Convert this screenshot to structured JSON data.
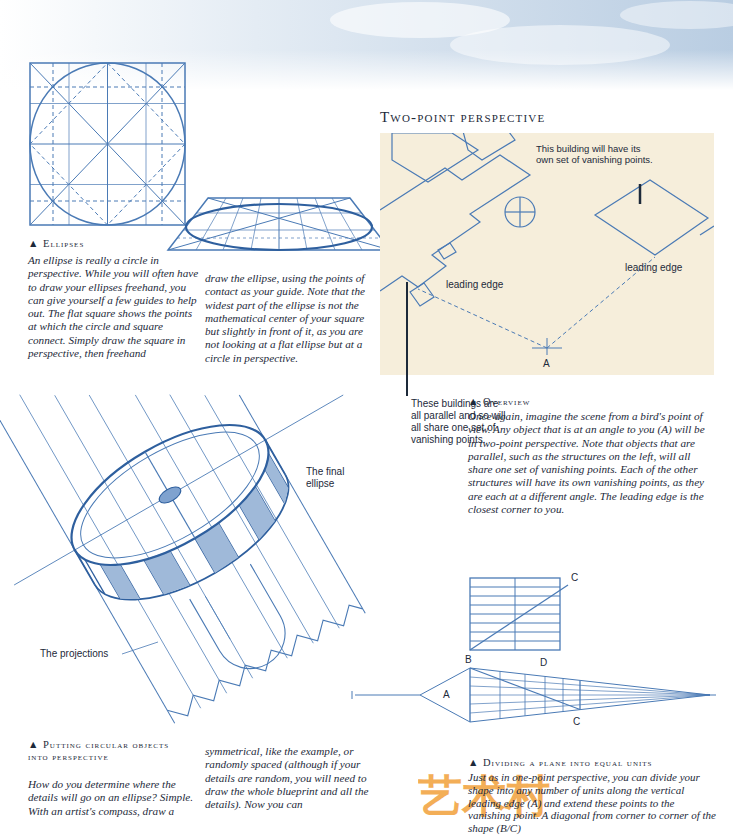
{
  "diagram": {
    "title": "Two-point perspective",
    "labels": [
      "▲ Ellipses",
      "An ellipse is really a circle in perspective. While you will often have to draw your ellipses freehand, you can give yourself a few guides to help out. The flat square shows the points at which the circle and square connect. Simply draw the square in perspective, then freehand",
      "draw the ellipse, using the points of contact as your guide. Note that the widest part of the ellipse is not the mathematical center of your square but slightly in front of it, as you are not looking at a flat ellipse but at a circle in perspective.",
      "The final ellipse",
      "The projections",
      "▲ Putting circular objects into perspective",
      "How do you determine where the details will go on an ellipse? Simple. With an artist's compass, draw a",
      "symmetrical, like the example, or randomly spaced (although if your details are random, you will need to draw the whole blueprint and all the details). Now you can",
      "This building will have its own set of vanishing points.",
      "leading edge",
      "leading edge",
      "A",
      "These buildings are all parallel and so will all share one set of vanishing points.",
      "▲ Overview",
      "Once again, imagine the scene from a bird's point of view. Any object that is at an angle to you (A) will be in two-point perspective. Note that objects that are parallel, such as the structures on the left, will all share one set of vanishing points. Each of the other structures will have its own vanishing points, as they are each at a different angle. The leading edge is the closest corner to you.",
      "C",
      "B",
      "D",
      "A",
      "C",
      "▲ Dividing a plane into equal units",
      "Just as in one-point perspective, you can divide your shape into any number of units along the vertical leading edge (A) and extend these points to the vanishing point. A diagonal from corner to corner of the shape (B/C)",
      "艺术村"
    ]
  }
}
